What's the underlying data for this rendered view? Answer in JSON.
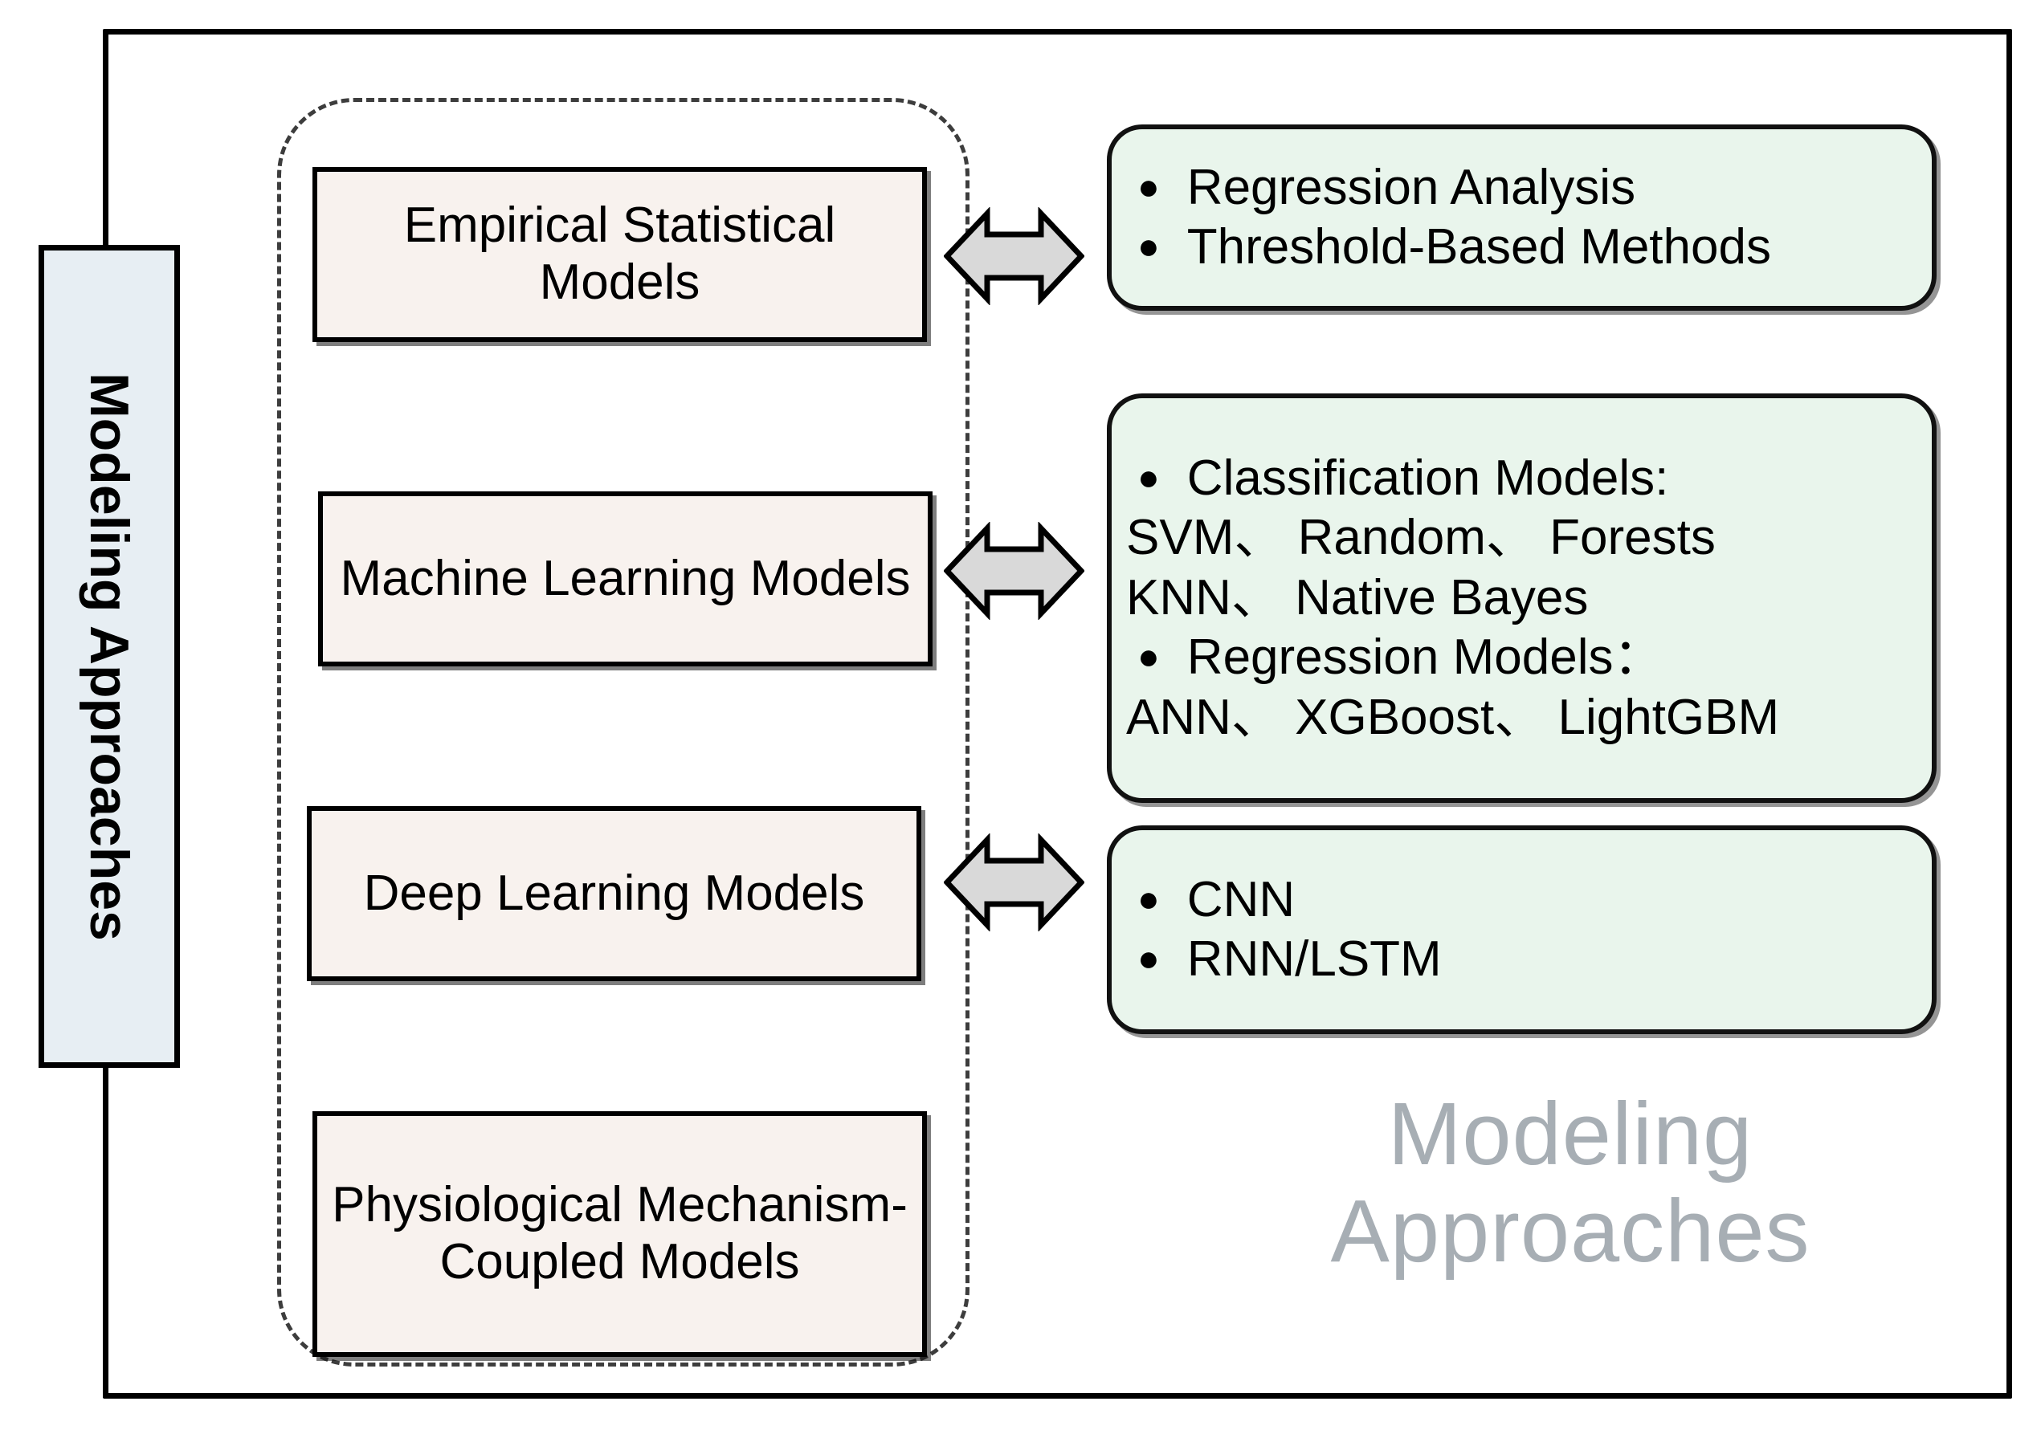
{
  "diagram": {
    "side_label": "Modeling Approaches",
    "watermark_line_1": "Modeling",
    "watermark_line_2": "Approaches",
    "colors": {
      "frame": "#000000",
      "side_label_fill": "#e7eef3",
      "left_box_fill": "#f8f2ee",
      "right_box_fill": "#e9f5ec",
      "arrow_fill": "#d9d9d9",
      "dashed_group_stroke": "#3d3d3d",
      "watermark_text": "#a7aeb4"
    },
    "categories": [
      {
        "label": "Empirical Statistical Models"
      },
      {
        "label": "Machine Learning Models"
      },
      {
        "label": "Deep Learning Models"
      },
      {
        "label": "Physiological Mechanism-Coupled Models"
      }
    ],
    "methods": [
      {
        "lines": [
          {
            "bullet": true,
            "text": "Regression Analysis"
          },
          {
            "bullet": true,
            "text": "Threshold-Based Methods"
          }
        ]
      },
      {
        "lines": [
          {
            "bullet": true,
            "text": "Classification Models:"
          },
          {
            "bullet": false,
            "text": "SVM、 Random、 Forests"
          },
          {
            "bullet": false,
            "text": "KNN、 Native Bayes"
          },
          {
            "bullet": true,
            "text": "Regression Models："
          },
          {
            "bullet": false,
            "text": "ANN、 XGBoost、 LightGBM"
          }
        ]
      },
      {
        "lines": [
          {
            "bullet": true,
            "text": "CNN"
          },
          {
            "bullet": true,
            "text": "RNN/LSTM"
          }
        ]
      }
    ],
    "arrows": [
      {
        "name": "double-arrow-empirical-statistical"
      },
      {
        "name": "double-arrow-machine-learning"
      },
      {
        "name": "double-arrow-deep-learning"
      }
    ]
  }
}
